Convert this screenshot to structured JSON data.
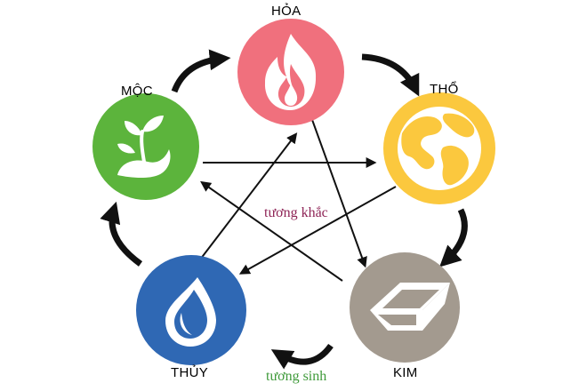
{
  "elements": {
    "fire": {
      "label": "HỎA",
      "color": "#f0707d",
      "icon": "flame-icon"
    },
    "earth": {
      "label": "THỔ",
      "color": "#fbc83e",
      "icon": "globe-icon"
    },
    "metal": {
      "label": "KIM",
      "color": "#a39a8f",
      "icon": "metal-bar-icon"
    },
    "water": {
      "label": "THỦY",
      "color": "#2f68b4",
      "icon": "water-drop-icon"
    },
    "wood": {
      "label": "MỘC",
      "color": "#5cb43c",
      "icon": "sprout-icon"
    }
  },
  "annotations": {
    "overcoming": {
      "text": "tương khắc",
      "color": "#8e2456"
    },
    "generating": {
      "text": "tương sinh",
      "color": "#3f9a3a"
    }
  },
  "arrow_color": "#111111"
}
